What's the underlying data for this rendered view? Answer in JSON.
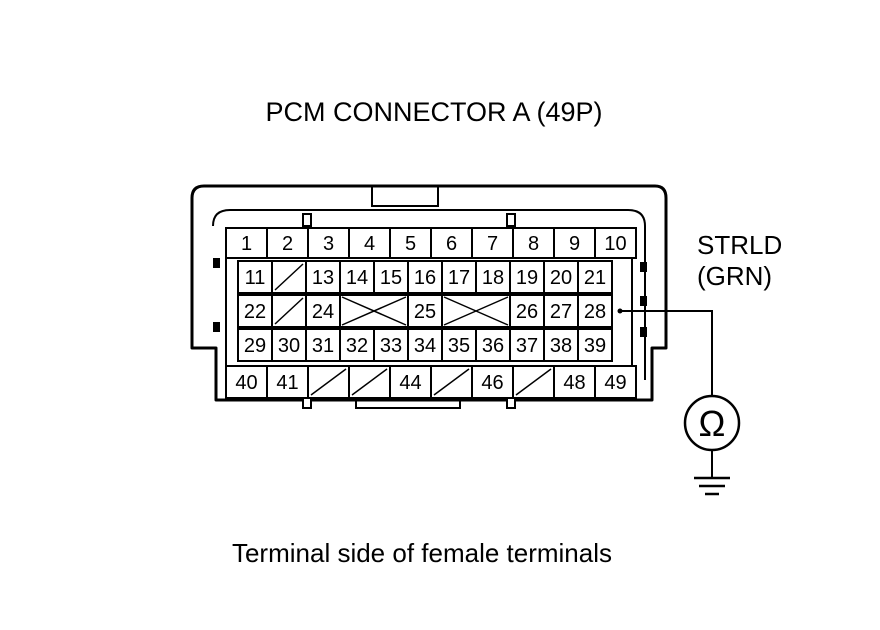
{
  "title": "PCM CONNECTOR A (49P)",
  "caption": "Terminal side of female terminals",
  "wire": {
    "name": "STRLD",
    "color_code": "(GRN)",
    "terminal": "28"
  },
  "meter": {
    "symbol": "Ω",
    "icon": "ohmmeter-icon"
  },
  "ground_icon": "ground-icon",
  "rows": [
    [
      {
        "label": "1"
      },
      {
        "label": "2"
      },
      {
        "label": "3"
      },
      {
        "label": "4"
      },
      {
        "label": "5"
      },
      {
        "label": "6"
      },
      {
        "label": "7"
      },
      {
        "label": "8"
      },
      {
        "label": "9"
      },
      {
        "label": "10"
      }
    ],
    [
      {
        "label": "11"
      },
      {
        "label": "",
        "blank": true
      },
      {
        "label": "13"
      },
      {
        "label": "14"
      },
      {
        "label": "15"
      },
      {
        "label": "16"
      },
      {
        "label": "17"
      },
      {
        "label": "18"
      },
      {
        "label": "19"
      },
      {
        "label": "20"
      },
      {
        "label": "21"
      }
    ],
    [
      {
        "label": "22"
      },
      {
        "label": "",
        "blank": true
      },
      {
        "label": "24"
      },
      {
        "label": "",
        "crossed": true
      },
      {
        "label": "25"
      },
      {
        "label": "",
        "crossed": true
      },
      {
        "label": "26"
      },
      {
        "label": "27"
      },
      {
        "label": "28"
      }
    ],
    [
      {
        "label": "29"
      },
      {
        "label": "30"
      },
      {
        "label": "31"
      },
      {
        "label": "32"
      },
      {
        "label": "33"
      },
      {
        "label": "34"
      },
      {
        "label": "35"
      },
      {
        "label": "36"
      },
      {
        "label": "37"
      },
      {
        "label": "38"
      },
      {
        "label": "39"
      }
    ],
    [
      {
        "label": "40"
      },
      {
        "label": "41"
      },
      {
        "label": "",
        "blank": true
      },
      {
        "label": "",
        "blank": true
      },
      {
        "label": "44"
      },
      {
        "label": "",
        "blank": true
      },
      {
        "label": "46"
      },
      {
        "label": "",
        "blank": true
      },
      {
        "label": "48"
      },
      {
        "label": "49"
      }
    ]
  ]
}
